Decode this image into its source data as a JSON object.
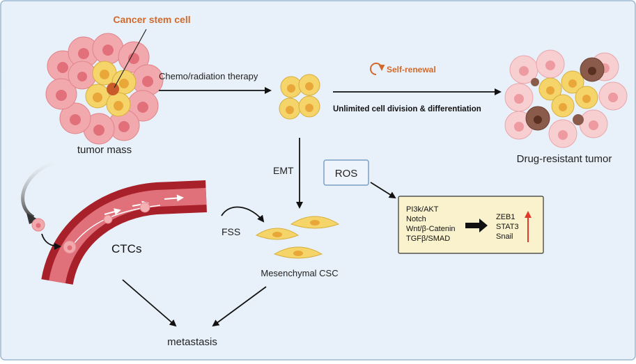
{
  "labels": {
    "cancer_stem_cell": "Cancer stem cell",
    "therapy": "Chemo/radiation therapy",
    "self_renewal": "Self-renewal",
    "division": "Unlimited cell division & differentiation",
    "tumor_mass": "tumor mass",
    "drug_resistant": "Drug-resistant tumor",
    "emt": "EMT",
    "ros": "ROS",
    "ctcs": "CTCs",
    "fss": "FSS",
    "mesenchymal": "Mesenchymal CSC",
    "metastasis": "metastasis"
  },
  "pathways": {
    "left": [
      "PI3k/AKT",
      "Notch",
      "Wnt/β-Catenin",
      "TGFβ/SMAD"
    ],
    "right": [
      "ZEB1",
      "STAT3",
      "Snail"
    ]
  },
  "colors": {
    "background": "#e8f1f9",
    "pink_cell": "#f2a9ad",
    "pink_nucleus": "#e2707a",
    "yellow_cell": "#f5d56a",
    "yellow_nucleus": "#e9a73a",
    "brown_cell": "#8a5a4a",
    "vessel": "#a8212a",
    "accent_orange": "#d2692a",
    "pathway_box": "#faf2cc",
    "up_arrow": "#e23a2a"
  }
}
